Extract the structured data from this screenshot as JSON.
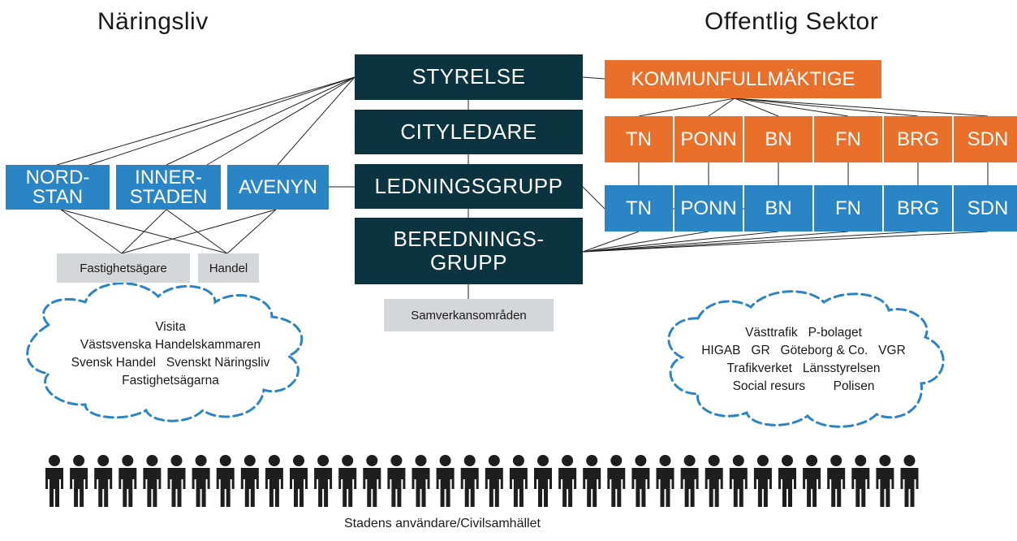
{
  "headings": {
    "left": "Näringsliv",
    "right": "Offentlig Sektor"
  },
  "center": {
    "board": "STYRELSE",
    "city_manager": "CITYLEDARE",
    "management_group": "LEDNINGSGRUPP",
    "preparation_group": "BEREDNINGS-\nGRUPP",
    "cooperation_areas": "Samverkansområden"
  },
  "left": {
    "nordstan": "NORD-\nSTAN",
    "innerstaden": "INNER-\nSTADEN",
    "avenyn": "AVENYN",
    "property_owners": "Fastighetsägare",
    "retail": "Handel",
    "cloud_lines": [
      "Visita",
      "Västsvenska Handelskammaren",
      "Svensk Handel   Svenskt Näringsliv",
      "Fastighetsägarna"
    ]
  },
  "right": {
    "council": "KOMMUNFULLMÄKTIGE",
    "committees": [
      "TN",
      "PONN",
      "BN",
      "FN",
      "BRG",
      "SDN"
    ],
    "cloud_lines": [
      "Västtrafik   P-bolaget",
      "HIGAB   GR   Göteborg & Co.   VGR",
      "Trafikverket   Länsstyrelsen",
      "Social resurs        Polisen"
    ]
  },
  "people": {
    "count": 36
  },
  "footer": "Stadens användare/Civilsamhället",
  "colors": {
    "dark": "#0c3440",
    "blue": "#2b84c4",
    "orange": "#e8702a",
    "grey": "#d4d7da",
    "cloud": "#2b84c4",
    "people": "#1e1e1e"
  }
}
